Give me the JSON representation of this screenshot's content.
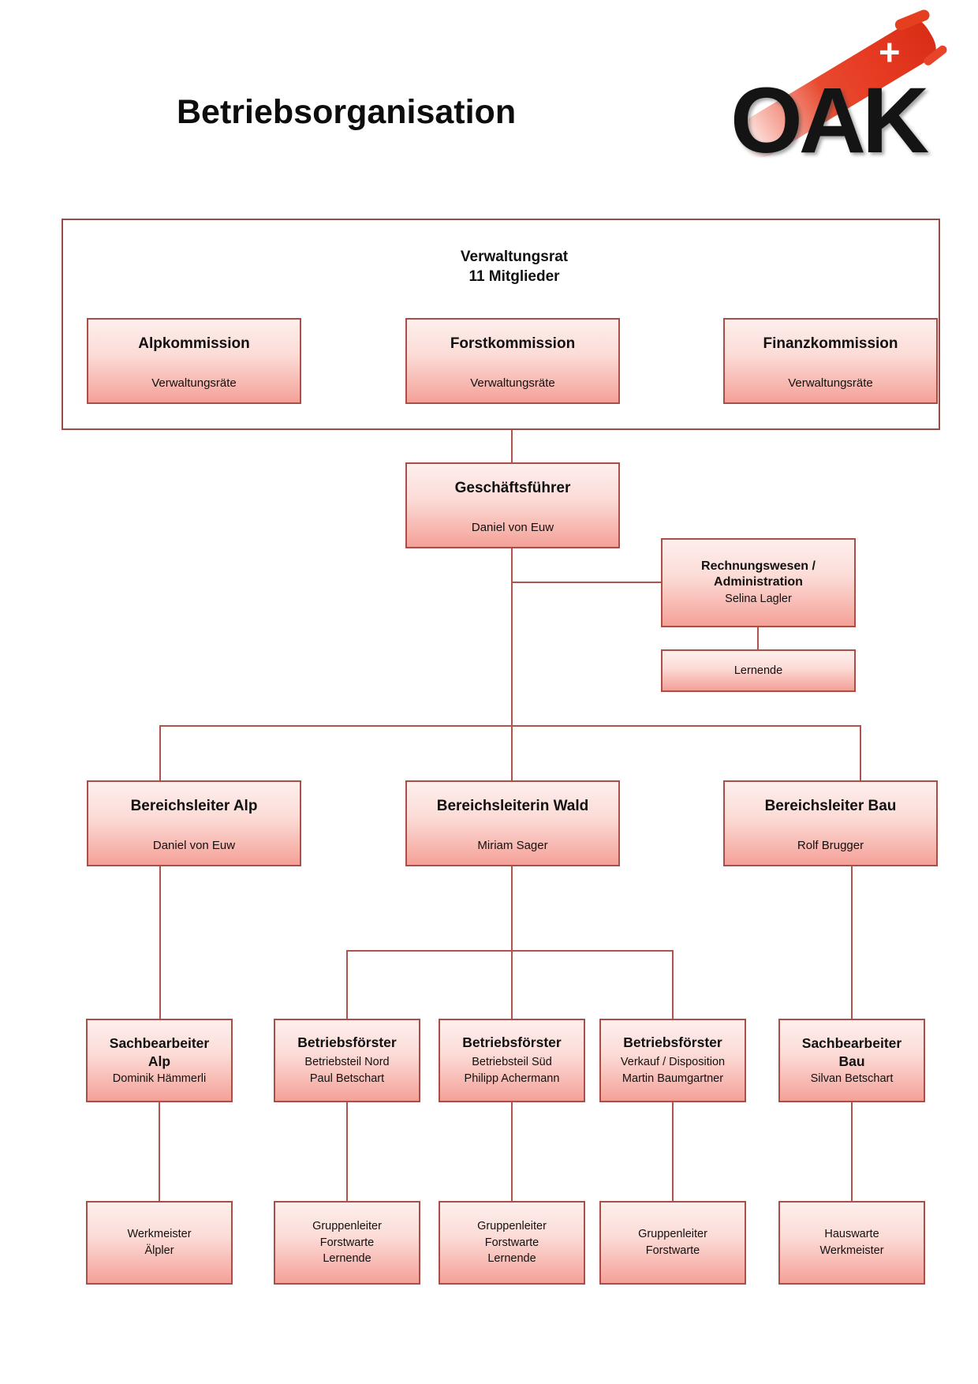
{
  "page": {
    "title": "Betriebsorganisation"
  },
  "logo": {
    "wordmark": "OAK",
    "cross": "+",
    "brand_red": "#e63b22"
  },
  "colors": {
    "box_border": "#a94f48",
    "box_fill_top": "#fdefed",
    "box_fill_bottom": "#f4a198",
    "connector": "#b0534d"
  },
  "board": {
    "title": "Verwaltungsrat",
    "subtitle": "11 Mitglieder",
    "commissions": [
      {
        "title": "Alpkommission",
        "members": "Verwaltungsräte"
      },
      {
        "title": "Forstkommission",
        "members": "Verwaltungsräte"
      },
      {
        "title": "Finanzkommission",
        "members": "Verwaltungsräte"
      }
    ]
  },
  "ceo": {
    "title": "Geschäftsführer",
    "name": "Daniel von Euw"
  },
  "admin": {
    "title_line1": "Rechnungswesen /",
    "title_line2": "Administration",
    "name": "Selina Lagler",
    "sub_label": "Lernende"
  },
  "division_heads": [
    {
      "title": "Bereichsleiter Alp",
      "name": "Daniel von Euw"
    },
    {
      "title": "Bereichsleiterin Wald",
      "name": "Miriam Sager"
    },
    {
      "title": "Bereichsleiter Bau",
      "name": "Rolf Brugger"
    }
  ],
  "staff": [
    {
      "title_line1": "Sachbearbeiter",
      "title_line2": "Alp",
      "line1": "Dominik Hämmerli",
      "line2": ""
    },
    {
      "title_line1": "Betriebsförster",
      "title_line2": "",
      "line1": "Betriebsteil Nord",
      "line2": "Paul Betschart"
    },
    {
      "title_line1": "Betriebsförster",
      "title_line2": "",
      "line1": "Betriebsteil Süd",
      "line2": "Philipp Achermann"
    },
    {
      "title_line1": "Betriebsförster",
      "title_line2": "",
      "line1": "Verkauf / Disposition",
      "line2": "Martin Baumgartner"
    },
    {
      "title_line1": "Sachbearbeiter",
      "title_line2": "Bau",
      "line1": "Silvan Betschart",
      "line2": ""
    }
  ],
  "teams": [
    {
      "line1": "Werkmeister",
      "line2": "Älpler",
      "line3": ""
    },
    {
      "line1": "Gruppenleiter",
      "line2": "Forstwarte",
      "line3": "Lernende"
    },
    {
      "line1": "Gruppenleiter",
      "line2": "Forstwarte",
      "line3": "Lernende"
    },
    {
      "line1": "Gruppenleiter",
      "line2": "Forstwarte",
      "line3": ""
    },
    {
      "line1": "Hauswarte",
      "line2": "Werkmeister",
      "line3": ""
    }
  ]
}
